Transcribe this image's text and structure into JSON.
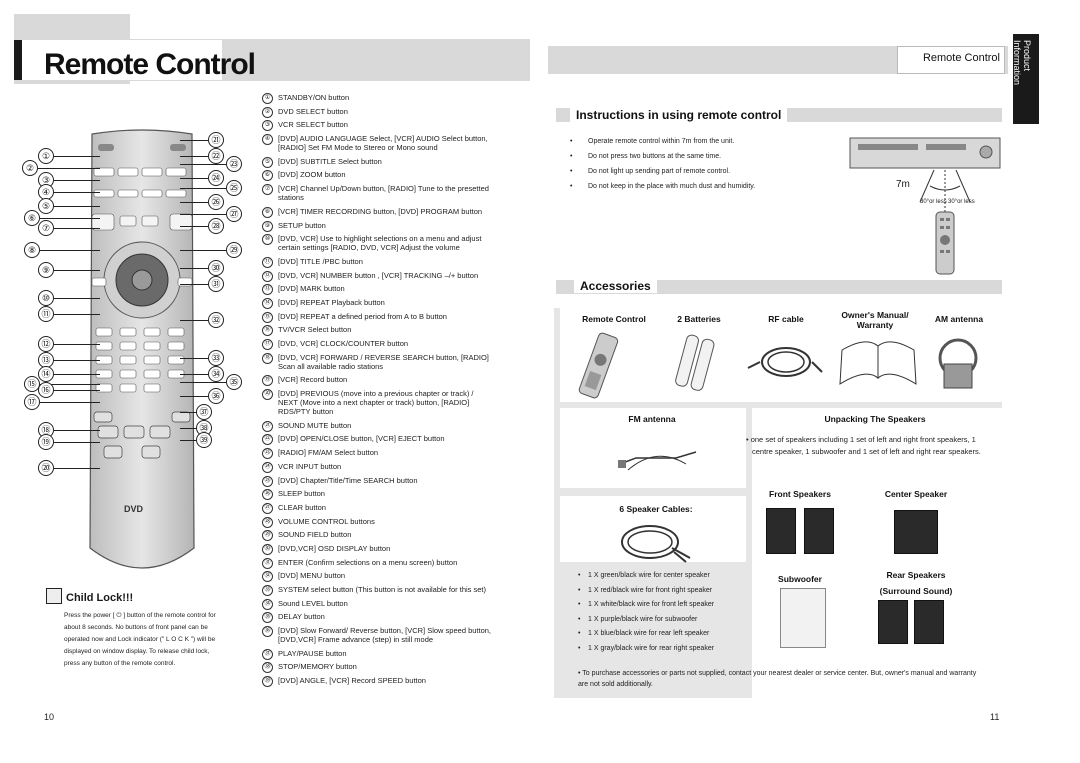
{
  "left_page": {
    "title": "Remote Control",
    "child_lock": {
      "title": "Child Lock!!!",
      "text": "Press the power [ ⏻ ] button of the remote control for about 8 seconds. No buttons of front panel can be operated now and Lock indicator (\" L O C K \") will be displayed on window display. To release child lock, press any button of the remote control."
    },
    "page_number": "10",
    "callouts": [
      "①",
      "②",
      "③",
      "④",
      "⑤",
      "⑥",
      "⑦",
      "⑧",
      "⑨",
      "⑩",
      "⑪",
      "⑫",
      "⑬",
      "⑭",
      "⑮",
      "⑯",
      "⑰",
      "⑱",
      "⑲",
      "⑳",
      "㉑",
      "㉒",
      "㉓",
      "㉔",
      "㉕",
      "㉖",
      "㉗",
      "㉘",
      "㉙",
      "㉚",
      "㉛",
      "㉜",
      "㉝",
      "㉞",
      "㉟",
      "㊱",
      "㊲",
      "㊳",
      "㊴"
    ],
    "items": [
      {
        "num": "①",
        "text": "STANDBY/ON button"
      },
      {
        "num": "②",
        "text": "DVD SELECT button"
      },
      {
        "num": "③",
        "text": "VCR SELECT button"
      },
      {
        "num": "④",
        "text": "[DVD] AUDIO LANGUAGE Select, [VCR] AUDIO Select button, [RADIO] Set FM Mode to Stereo or Mono sound"
      },
      {
        "num": "⑤",
        "text": "[DVD] SUBTITLE Select button"
      },
      {
        "num": "⑥",
        "text": "[DVD] ZOOM button"
      },
      {
        "num": "⑦",
        "text": "[VCR] Channel Up/Down button, [RADIO] Tune to the presetted stations"
      },
      {
        "num": "⑧",
        "text": "[VCR] TIMER RECORDING button, [DVD] PROGRAM button"
      },
      {
        "num": "⑨",
        "text": "SETUP button"
      },
      {
        "num": "⑩",
        "text": "[DVD, VCR] Use to highlight selections on a menu and adjust certain settings [RADIO, DVD, VCR] Adjust the volume"
      },
      {
        "num": "⑪",
        "text": "[DVD] TITLE /PBC button"
      },
      {
        "num": "⑫",
        "text": "[DVD, VCR] NUMBER button , [VCR] TRACKING –/+ button"
      },
      {
        "num": "⑬",
        "text": "[DVD] MARK button"
      },
      {
        "num": "⑭",
        "text": "[DVD] REPEAT Playback button"
      },
      {
        "num": "⑮",
        "text": "[DVD] REPEAT a defined period from A to B button"
      },
      {
        "num": "⑯",
        "text": "TV/VCR Select button"
      },
      {
        "num": "⑰",
        "text": "[DVD, VCR] CLOCK/COUNTER button"
      },
      {
        "num": "⑱",
        "text": "[DVD, VCR] FORWARD / REVERSE SEARCH button, [RADIO] Scan all available radio stations"
      },
      {
        "num": "⑲",
        "text": "[VCR] Record button"
      },
      {
        "num": "⑳",
        "text": "[DVD] PREVIOUS (move into a previous chapter or track) / NEXT (Move into a next chapter or track) button, [RADIO] RDS/PTY button"
      },
      {
        "num": "㉑",
        "text": "SOUND MUTE button"
      },
      {
        "num": "㉒",
        "text": "[DVD] OPEN/CLOSE button, [VCR] EJECT button"
      },
      {
        "num": "㉓",
        "text": "[RADIO] FM/AM Select button"
      },
      {
        "num": "㉔",
        "text": "VCR INPUT button"
      },
      {
        "num": "㉕",
        "text": "[DVD] Chapter/Title/Time SEARCH button"
      },
      {
        "num": "㉖",
        "text": "SLEEP button"
      },
      {
        "num": "㉗",
        "text": "CLEAR button"
      },
      {
        "num": "㉘",
        "text": "VOLUME CONTROL buttons"
      },
      {
        "num": "㉙",
        "text": "SOUND FIELD button"
      },
      {
        "num": "㉚",
        "text": "[DVD,VCR] OSD DISPLAY button"
      },
      {
        "num": "㉛",
        "text": "ENTER (Confirm selections on a menu screen) button"
      },
      {
        "num": "㉜",
        "text": "[DVD] MENU button"
      },
      {
        "num": "㉝",
        "text": "SYSTEM select button (This button is not available for this set)"
      },
      {
        "num": "㉞",
        "text": "Sound LEVEL button"
      },
      {
        "num": "㉟",
        "text": "DELAY button"
      },
      {
        "num": "㊱",
        "text": "[DVD] Slow Forward/ Reverse button, [VCR] Slow speed button, [DVD,VCR] Frame advance (step) in still mode"
      },
      {
        "num": "㊲",
        "text": "PLAY/PAUSE button"
      },
      {
        "num": "㊳",
        "text": "STOP/MEMORY button"
      },
      {
        "num": "㊴",
        "text": "[DVD] ANGLE, [VCR] Record SPEED button"
      }
    ]
  },
  "right_page": {
    "header": "Remote Control",
    "side_tab": "Product Information",
    "instructions_title": "Instructions in using remote control",
    "instructions": [
      "Operate remote control within 7m from the unit.",
      "Do not press two buttons at the same time.",
      "Do not light up sending part of remote control.",
      "Do not keep in the place with much dust and humidity."
    ],
    "distance_label": "7m",
    "angle_labels": [
      "30°or less",
      "30°or less"
    ],
    "accessories_title": "Accessories",
    "accessories": [
      "Remote Control",
      "2 Batteries",
      "RF cable",
      "Owner's Manual/ Warranty",
      "AM antenna"
    ],
    "fm_antenna": "FM antenna",
    "unpacking": {
      "title": "Unpacking The Speakers",
      "text": "one set of speakers including 1 set of left and right front speakers, 1 centre speaker, 1 subwoofer and 1 set of left and right rear speakers.",
      "front": "Front Speakers",
      "center": "Center Speaker",
      "subwoofer": "Subwoofer",
      "rear": "Rear Speakers",
      "rear_sub": "(Surround Sound)"
    },
    "speaker_cables_title": "6 Speaker Cables:",
    "wires": [
      "1 X green/black wire for center speaker",
      "1 X red/black wire for front right speaker",
      "1 X white/black wire for front left speaker",
      "1 X purple/black wire for subwoofer",
      "1 X blue/black wire for rear left speaker",
      "1 X gray/black wire for rear right speaker"
    ],
    "footnote": "To purchase accessories or parts not supplied, contact your nearest dealer or service center. But, owner's manual and warranty are not sold additionally.",
    "page_number": "11"
  }
}
